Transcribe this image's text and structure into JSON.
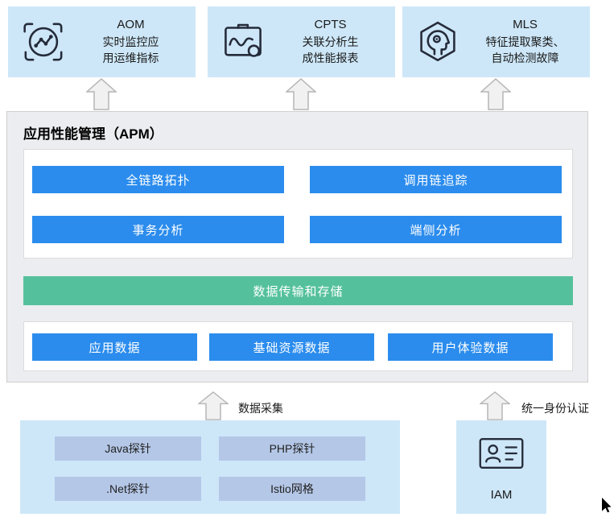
{
  "services": {
    "aom": {
      "name": "AOM",
      "desc": [
        "实时监控应",
        "用运维指标"
      ]
    },
    "cpts": {
      "name": "CPTS",
      "desc": [
        "关联分析生",
        "成性能报表"
      ]
    },
    "mls": {
      "name": "MLS",
      "desc": [
        "特征提取聚类、",
        "自动检测故障"
      ]
    }
  },
  "apm": {
    "title": "应用性能管理（APM）",
    "features": [
      "全链路拓扑",
      "调用链追踪",
      "事务分析",
      "端侧分析"
    ],
    "storage": "数据传输和存储",
    "data_layers": [
      "应用数据",
      "基础资源数据",
      "用户体验数据"
    ]
  },
  "collection": {
    "label": "数据采集",
    "agents": [
      "Java探针",
      "PHP探针",
      ".Net探针",
      "Istio网格"
    ]
  },
  "auth": {
    "label": "统一身份认证",
    "service": "IAM"
  },
  "colors": {
    "node_blue": "#2b8ced",
    "storage_green": "#55c19c",
    "panel_light_blue": "#cde7f8",
    "agent_blue": "#b4c7e7",
    "container_gray": "#ecedf0",
    "icon_dark": "#252b3a"
  }
}
